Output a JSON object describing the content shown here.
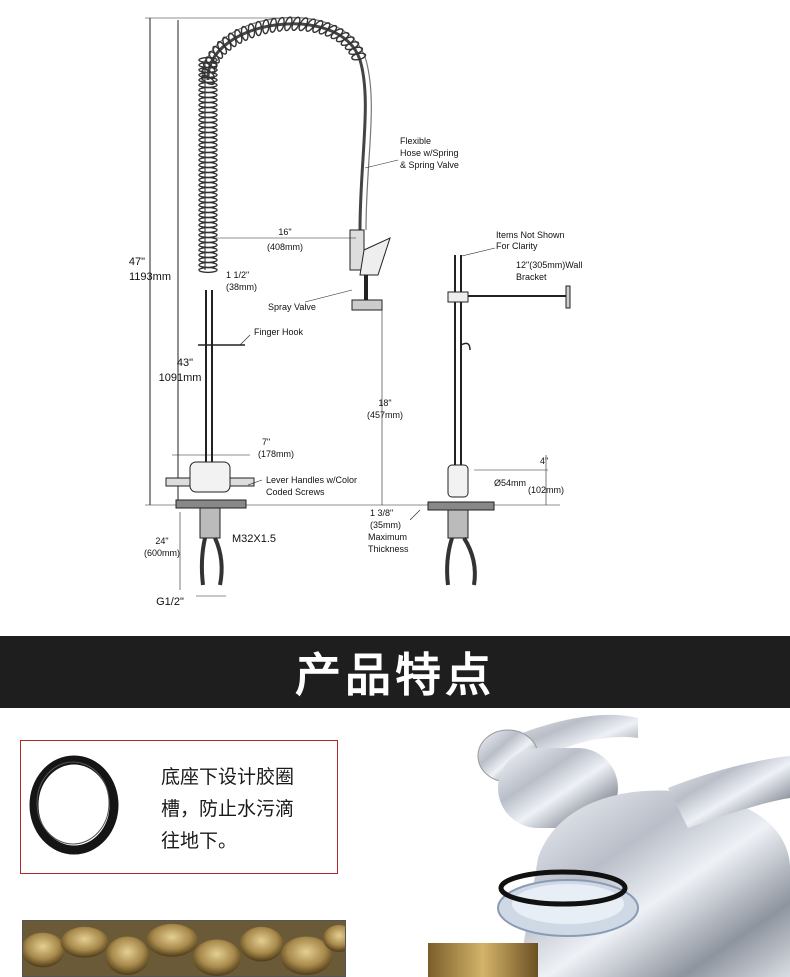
{
  "diagram": {
    "dim_total_height": "47\"",
    "dim_total_height_mm": "1193mm",
    "dim_riser_height": "43\"",
    "dim_riser_height_mm": "1091mm",
    "hose_label_l1": "Flexible",
    "hose_label_l2": "Hose w/Spring",
    "hose_label_l3": "& Spring Valve",
    "dim_reach": "16\"",
    "dim_reach_mm": "(408mm)",
    "dim_spring_dia": "1 1/2\"",
    "dim_spring_dia_mm": "(38mm)",
    "spray_valve": "Spray Valve",
    "finger_hook": "Finger Hook",
    "dim_spray_height": "18\"",
    "dim_spray_height_mm": "(457mm)",
    "dim_centers": "7\"",
    "dim_centers_mm": "(178mm)",
    "lever_handles_l1": "Lever Handles w/Color",
    "lever_handles_l2": "Coded Screws",
    "dim_shank": "24\"",
    "dim_shank_mm": "(600mm)",
    "thread_label": "M32X1.5",
    "inlet_label": "G1/2\"",
    "thickness_l1": "1 3/8\"",
    "thickness_l2": "(35mm)",
    "thickness_l3": "Maximum",
    "thickness_l4": "Thickness",
    "items_not_shown_l1": "Items Not Shown",
    "items_not_shown_l2": "For Clarity",
    "wall_bracket_l1": "12\"(305mm)Wall",
    "wall_bracket_l2": "Bracket",
    "base_dia": "Ø54mm",
    "dim_base_height": "4\"",
    "dim_base_height_mm": "(102mm)"
  },
  "banner": {
    "title": "产品特点"
  },
  "feature": {
    "line1": "底座下设计胶圈",
    "line2": "槽，防止水污滴",
    "line3": "往地下。"
  },
  "colors": {
    "banner_bg": "#1e1e1e",
    "accent_red": "#b3262b",
    "chrome": "#c9ccd3",
    "brass": "#a88a4c"
  }
}
